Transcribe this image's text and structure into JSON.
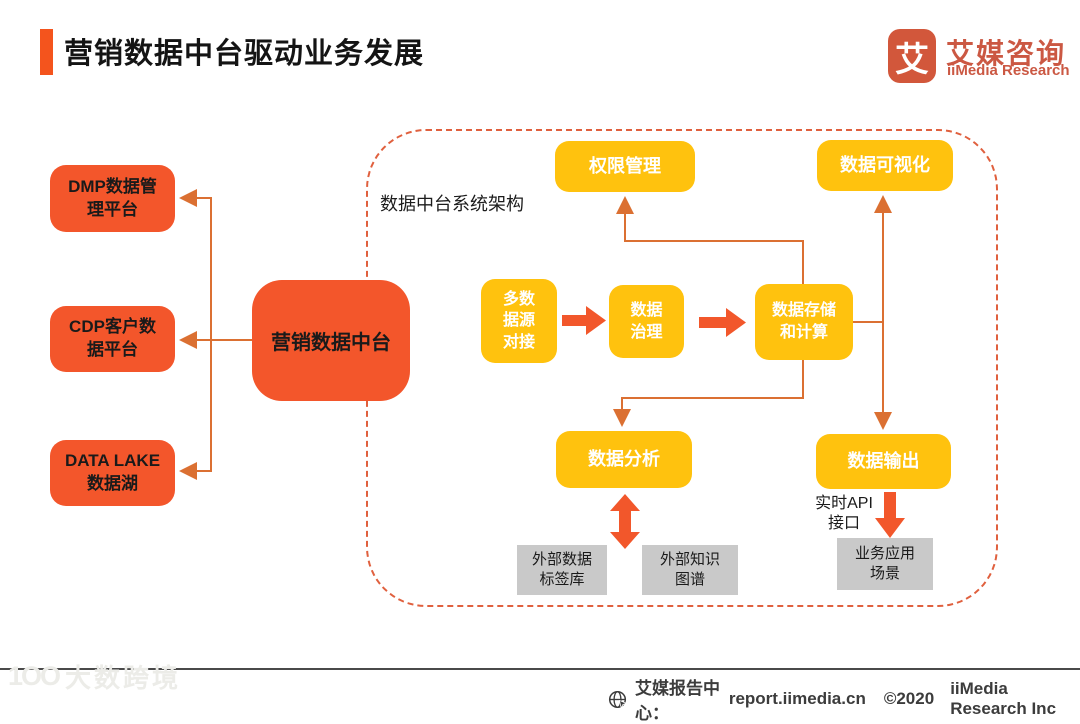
{
  "header": {
    "title": "营销数据中台驱动业务发展",
    "logo": {
      "glyph": "艾",
      "name_cn": "艾媒咨询",
      "name_en": "iiMedia Research"
    }
  },
  "diagram": {
    "frame_label": "数据中台系统架构",
    "hub": "营销数据中台",
    "left_nodes": {
      "dmp": "DMP数据管\n理平台",
      "cdp": "CDP客户数\n据平台",
      "lake": "DATA LAKE\n数据湖"
    },
    "system_nodes": {
      "perm": "权限管理",
      "viz": "数据可视化",
      "sources": "多数\n据源\n对接",
      "governance": "数据\n治理",
      "storage": "数据存储\n和计算",
      "analysis": "数据分析",
      "output": "数据输出"
    },
    "external_nodes": {
      "ext_tags": "外部数据\n标签库",
      "ext_knowledge": "外部知识\n图谱",
      "biz_scenes": "业务应用\n场景"
    },
    "api_label": "实时API\n接口",
    "colors": {
      "orange": "#F3562B",
      "yellow": "#FFC20E",
      "line": "#DB7032",
      "gray": "#C9C9C9",
      "frame_border": "#E0603E",
      "brand": "#CB5843"
    }
  },
  "footer": {
    "center_label": "艾媒报告中心：",
    "url": "report.iimedia.cn",
    "copyright": "©2020",
    "company": "iiMedia Research Inc",
    "watermark_mark": "1OO",
    "watermark_text": "大数跨境"
  }
}
